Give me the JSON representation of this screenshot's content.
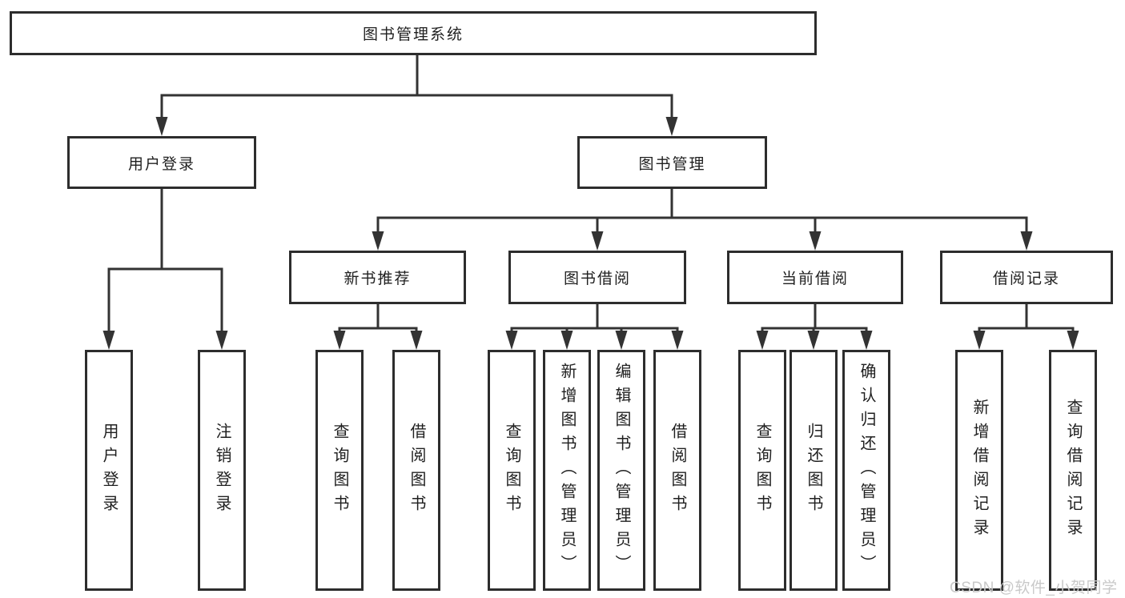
{
  "diagram": {
    "type": "tree",
    "title": "图书管理系统",
    "watermark": "CSDN @软件_小贺同学",
    "colors": {
      "line": "#333333",
      "box_border": "#2d2d2d",
      "text": "#1f1f1f",
      "background": "#ffffff",
      "watermark": "#c9c9c9"
    },
    "nodes": {
      "root": {
        "label": "图书管理系统"
      },
      "user_login": {
        "label": "用户登录"
      },
      "book_mgmt": {
        "label": "图书管理"
      },
      "new_book_rec": {
        "label": "新书推荐"
      },
      "book_borrow": {
        "label": "图书借阅"
      },
      "current_borrow": {
        "label": "当前借阅"
      },
      "borrow_record": {
        "label": "借阅记录"
      },
      "leaf_user_login": {
        "label": "用户登录"
      },
      "leaf_logout": {
        "label": "注销登录"
      },
      "rec_query_book": {
        "label": "查询图书"
      },
      "rec_borrow_book": {
        "label": "借阅图书"
      },
      "bb_query_book": {
        "label": "查询图书"
      },
      "bb_add_book": {
        "label": "新增图书（管理员）"
      },
      "bb_edit_book": {
        "label": "编辑图书（管理员）"
      },
      "bb_borrow_book": {
        "label": "借阅图书"
      },
      "cb_query_book": {
        "label": "查询图书"
      },
      "cb_return_book": {
        "label": "归还图书"
      },
      "cb_confirm_return": {
        "label": "确认归还（管理员）"
      },
      "br_add_record": {
        "label": "新增借阅记录"
      },
      "br_query_record": {
        "label": "查询借阅记录"
      }
    },
    "hierarchy": {
      "图书管理系统": {
        "用户登录": [
          "用户登录",
          "注销登录"
        ],
        "图书管理": {
          "新书推荐": [
            "查询图书",
            "借阅图书"
          ],
          "图书借阅": [
            "查询图书",
            "新增图书（管理员）",
            "编辑图书（管理员）",
            "借阅图书"
          ],
          "当前借阅": [
            "查询图书",
            "归还图书",
            "确认归还（管理员）"
          ],
          "借阅记录": [
            "新增借阅记录",
            "查询借阅记录"
          ]
        }
      }
    }
  }
}
